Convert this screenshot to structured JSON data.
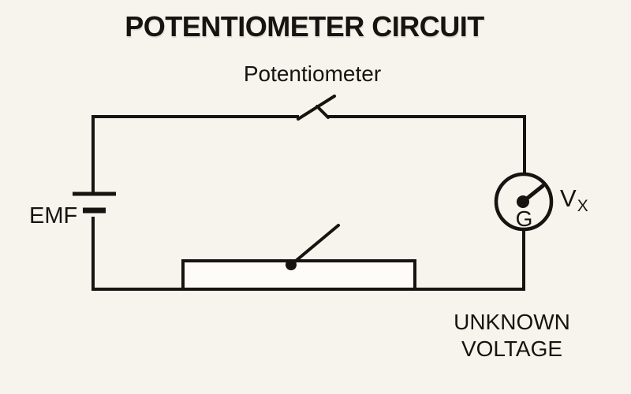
{
  "page": {
    "colors": {
      "bg": "#f7f4ee",
      "ink": "#171310",
      "box-fill": "#fdfcf8"
    }
  },
  "title": "POTENTIOMETER CIRCUIT",
  "labels": {
    "potentiometer": "Potentiometer",
    "emf": "EMF",
    "galvanometer": "G",
    "voltage_symbol": "V",
    "voltage_subscript": "X",
    "unknown_line1": "UNKNOWN",
    "unknown_line2": "VOLTAGE"
  },
  "components": {
    "battery": "EMF cell",
    "switch": "key / break in top wire",
    "galvanometer": "G meter with needle",
    "resistor": "potentiometer slide wire",
    "wiper": "sliding jockey contact"
  }
}
